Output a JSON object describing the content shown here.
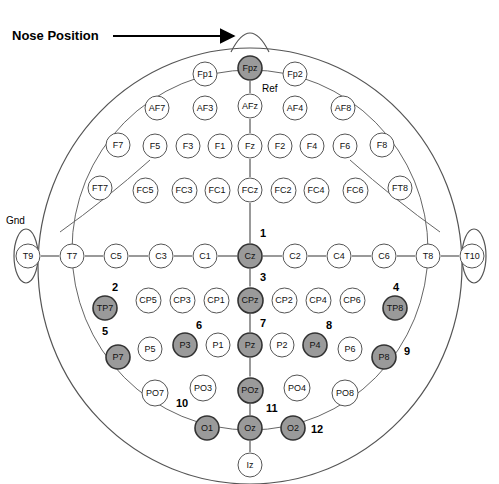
{
  "diagram": {
    "nodes": [
      {
        "text": [
          "Fp1"
        ]
      },
      {
        "text": [
          "Fpz"
        ]
      },
      {
        "text": [
          "Fp2"
        ]
      },
      {
        "text": [
          "AF7"
        ]
      },
      {
        "text": [
          "AF3"
        ]
      },
      {
        "text": [
          "AFz"
        ]
      },
      {
        "text": [
          "AF4"
        ]
      },
      {
        "text": [
          "AF8"
        ]
      },
      {
        "text": [
          "F7"
        ]
      },
      {
        "text": [
          "F5"
        ]
      },
      {
        "text": [
          "F3"
        ]
      },
      {
        "text": [
          "F1"
        ]
      },
      {
        "text": [
          "Fz"
        ]
      },
      {
        "text": [
          "F2"
        ]
      },
      {
        "text": [
          "F4"
        ]
      },
      {
        "text": [
          "F6"
        ]
      },
      {
        "text": [
          "F8"
        ]
      },
      {
        "text": [
          "FT7"
        ]
      },
      {
        "text": [
          "FC5"
        ]
      },
      {
        "text": [
          "FC3"
        ]
      },
      {
        "text": [
          "FC1"
        ]
      },
      {
        "text": [
          "FCz"
        ]
      },
      {
        "text": [
          "FC2"
        ]
      },
      {
        "text": [
          "FC4"
        ]
      },
      {
        "text": [
          "FC6"
        ]
      },
      {
        "text": [
          "FT8"
        ]
      },
      {
        "text": [
          "T9"
        ]
      },
      {
        "text": [
          "T7"
        ]
      },
      {
        "text": [
          "C5"
        ]
      },
      {
        "text": [
          "C3"
        ]
      },
      {
        "text": [
          "C1"
        ]
      },
      {
        "text": [
          "Cz"
        ]
      },
      {
        "text": [
          "C2"
        ]
      },
      {
        "text": [
          "C4"
        ]
      },
      {
        "text": [
          "C6"
        ]
      },
      {
        "text": [
          "T8"
        ]
      },
      {
        "text": [
          "T10"
        ]
      },
      {
        "text": [
          "TP7"
        ]
      },
      {
        "text": [
          "CP5"
        ]
      },
      {
        "text": [
          "CP3"
        ]
      },
      {
        "text": [
          "CP1"
        ]
      },
      {
        "text": [
          "CPz"
        ]
      },
      {
        "text": [
          "CP2"
        ]
      },
      {
        "text": [
          "CP4"
        ]
      },
      {
        "text": [
          "CP6"
        ]
      },
      {
        "text": [
          "TP8"
        ]
      },
      {
        "text": [
          "P7"
        ]
      },
      {
        "text": [
          "P5"
        ]
      },
      {
        "text": [
          "P3"
        ]
      },
      {
        "text": [
          "P1"
        ]
      },
      {
        "text": [
          "Pz"
        ]
      },
      {
        "text": [
          "P2"
        ]
      },
      {
        "text": [
          "P4"
        ]
      },
      {
        "text": [
          "P6"
        ]
      },
      {
        "text": [
          "P8"
        ]
      },
      {
        "text": [
          "PO7"
        ]
      },
      {
        "text": [
          "PO3"
        ]
      },
      {
        "text": [
          "POz"
        ]
      },
      {
        "text": [
          "PO4"
        ]
      },
      {
        "text": [
          "PO8"
        ]
      },
      {
        "text": [
          "O1"
        ]
      },
      {
        "text": [
          "Oz"
        ]
      },
      {
        "text": [
          "O2"
        ]
      },
      {
        "text": [
          "Iz"
        ]
      }
    ],
    "edges": [
      {
        "from": 1,
        "to": 5,
        "arrow": "none"
      },
      {
        "from": 5,
        "to": 12,
        "arrow": "none"
      },
      {
        "from": 12,
        "to": 21,
        "arrow": "none"
      },
      {
        "from": 21,
        "to": 31,
        "arrow": "none"
      },
      {
        "from": 31,
        "to": 41,
        "arrow": "none"
      },
      {
        "from": 41,
        "to": 50,
        "arrow": "none"
      },
      {
        "from": 50,
        "to": 57,
        "arrow": "none"
      },
      {
        "from": 57,
        "to": 61,
        "arrow": "none"
      },
      {
        "from": 61,
        "to": 63,
        "arrow": "none"
      },
      {
        "from": 26,
        "to": 27,
        "arrow": "none"
      },
      {
        "from": 27,
        "to": 28,
        "arrow": "none"
      },
      {
        "from": 28,
        "to": 29,
        "arrow": "none"
      },
      {
        "from": 29,
        "to": 30,
        "arrow": "none"
      },
      {
        "from": 30,
        "to": 31,
        "arrow": "none"
      },
      {
        "from": 31,
        "to": 32,
        "arrow": "none"
      },
      {
        "from": 32,
        "to": 33,
        "arrow": "none"
      },
      {
        "from": 33,
        "to": 34,
        "arrow": "none"
      },
      {
        "from": 34,
        "to": 35,
        "arrow": "none"
      },
      {
        "from": 35,
        "to": 36,
        "arrow": "none"
      }
    ],
    "labels": [
      "Nose Position",
      "Ref",
      "Gnd",
      "1",
      "2",
      "3",
      "4",
      "5",
      "6",
      "7",
      "8",
      "9",
      "10",
      "11",
      "12"
    ]
  }
}
